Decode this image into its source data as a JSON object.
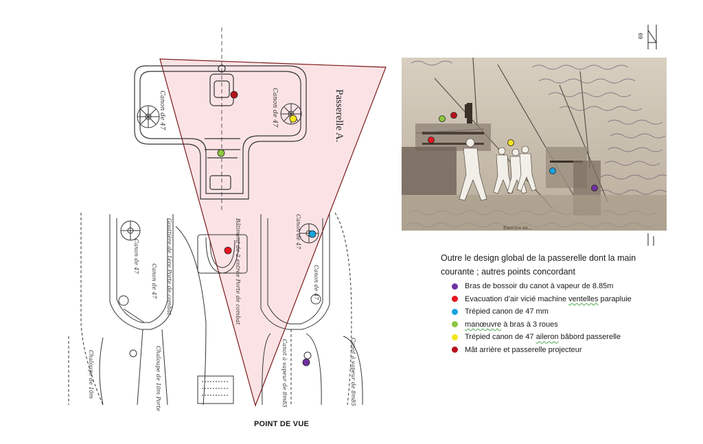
{
  "plan": {
    "label_passerelle": "Passerelle A.",
    "hand_labels": [
      "Canon de 47",
      "Canon de 47",
      "Canon de 47",
      "Canon de 47",
      "Canon de 47",
      "Canon de 47",
      "Canot à vapeur de 8m85",
      "Canot à vapeur de 8m85",
      "Gouttière de 1ère Porte de combat",
      "Bâtiment de 2 entrée Porte de combat",
      "Chaloupe de 10m Porte",
      "Chaloupe de 10m"
    ],
    "cone_color": "#fbe3e5"
  },
  "caption": "POINT DE VUE",
  "intro": {
    "line1": "Outre le design global  de la passerelle dont la main",
    "line2": "courante ;  autres points concordant"
  },
  "legend": [
    {
      "color": "#7030a0",
      "before": "Bras de bossoir du canot à vapeur de 8.85m",
      "squig": "",
      "after": ""
    },
    {
      "color": "#e8141e",
      "before": "Evacuation d’air vicié machine ",
      "squig": "ventelles",
      "after": " parapluie"
    },
    {
      "color": "#1aa3e0",
      "before": "Trépied canon de 47 mm",
      "squig": "",
      "after": ""
    },
    {
      "color": "#8dc63f",
      "before": "",
      "squig": "manœuvre",
      "after": " à bras à 3 roues"
    },
    {
      "color": "#f5e61b",
      "before": "Trépied canon de 47 ",
      "squig": "aileron",
      "after": " bâbord passerelle"
    },
    {
      "color": "#b5121b",
      "before": "Mât arrière et passerelle projecteur",
      "squig": "",
      "after": ""
    }
  ],
  "photo": {
    "caption": "Exercice au..."
  },
  "corner_mark": "69"
}
